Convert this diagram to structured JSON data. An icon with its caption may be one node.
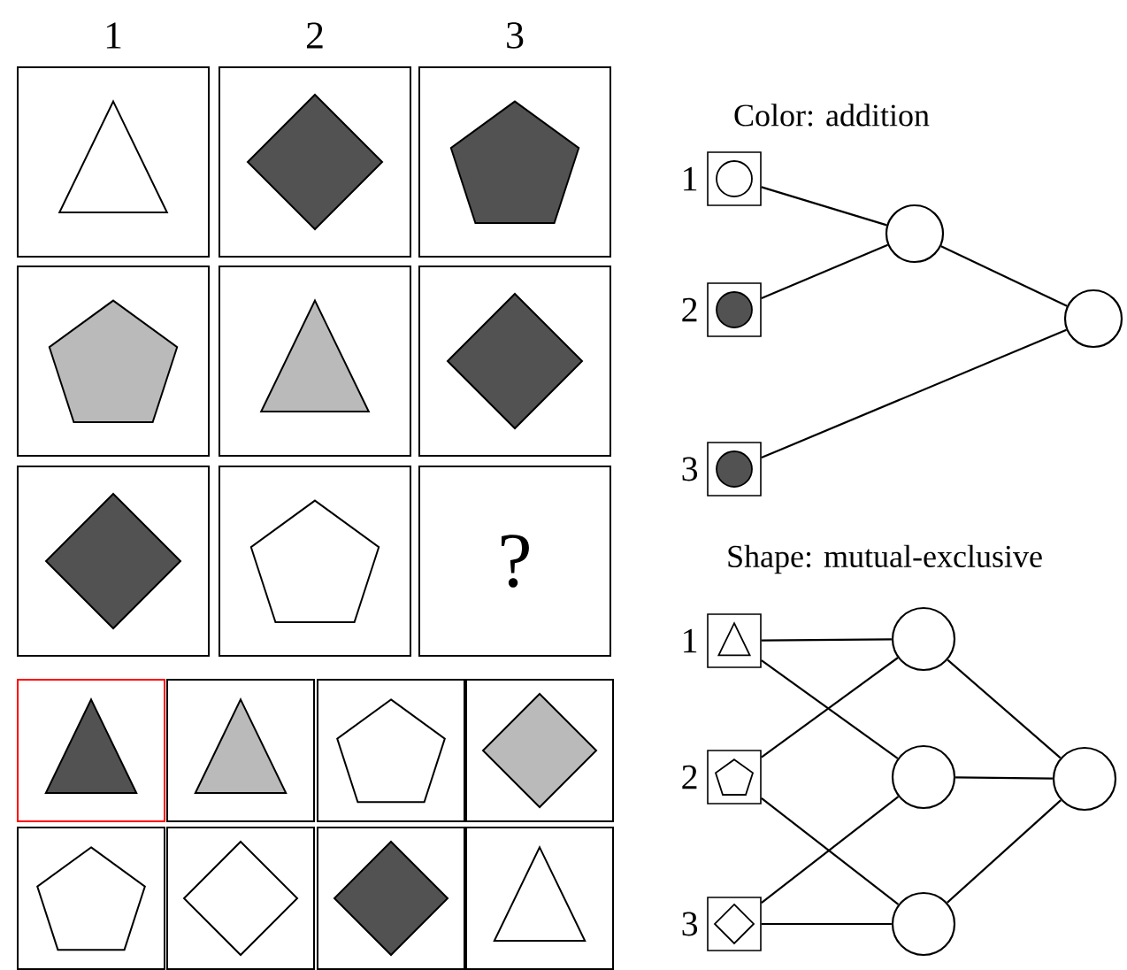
{
  "diagram": {
    "nodes": [
      {
        "text": [],
        "shape": "box"
      },
      {
        "text": [],
        "shape": "box"
      },
      {
        "text": [],
        "shape": "box"
      },
      {
        "text": [],
        "shape": "box"
      },
      {
        "text": [],
        "shape": "box"
      },
      {
        "text": [],
        "shape": "box"
      },
      {
        "text": [],
        "shape": "box"
      },
      {
        "text": [],
        "shape": "box"
      },
      {
        "text": [
          "?"
        ]
      },
      {
        "text": [],
        "shape": "box"
      },
      {
        "text": [],
        "shape": "box"
      },
      {
        "text": [],
        "shape": "box"
      },
      {
        "text": [],
        "shape": "box"
      },
      {
        "text": [],
        "shape": "box"
      },
      {
        "text": [],
        "shape": "box"
      },
      {
        "text": [],
        "shape": "box"
      },
      {
        "text": [],
        "shape": "box"
      },
      {
        "text": [],
        "shape": "box",
        "beside": [
          "1"
        ]
      },
      {
        "text": [],
        "shape": "box",
        "beside": [
          "2"
        ]
      },
      {
        "text": [],
        "shape": "box",
        "beside": [
          "3"
        ]
      },
      {
        "text": [],
        "shape": "circle"
      },
      {
        "text": [],
        "shape": "circle"
      },
      {
        "text": [],
        "shape": "box",
        "beside": [
          "1"
        ]
      },
      {
        "text": [],
        "shape": "box",
        "beside": [
          "2"
        ]
      },
      {
        "text": [],
        "shape": "box",
        "beside": [
          "3"
        ]
      },
      {
        "text": [],
        "shape": "circle"
      },
      {
        "text": [],
        "shape": "circle"
      },
      {
        "text": [],
        "shape": "circle"
      },
      {
        "text": [],
        "shape": "circle"
      }
    ],
    "edges": [
      {
        "from": 17,
        "to": 20,
        "arrow": "none"
      },
      {
        "from": 18,
        "to": 20,
        "arrow": "none"
      },
      {
        "from": 20,
        "to": 21,
        "arrow": "none"
      },
      {
        "from": 19,
        "to": 21,
        "arrow": "none"
      },
      {
        "from": 22,
        "to": 25,
        "arrow": "none"
      },
      {
        "from": 22,
        "to": 26,
        "arrow": "none"
      },
      {
        "from": 23,
        "to": 25,
        "arrow": "none"
      },
      {
        "from": 23,
        "to": 27,
        "arrow": "none"
      },
      {
        "from": 24,
        "to": 26,
        "arrow": "none"
      },
      {
        "from": 24,
        "to": 27,
        "arrow": "none"
      },
      {
        "from": 25,
        "to": 28,
        "arrow": "none"
      },
      {
        "from": 26,
        "to": 28,
        "arrow": "none"
      },
      {
        "from": 27,
        "to": 28,
        "arrow": "none"
      }
    ],
    "labels": [
      "1",
      "2",
      "3",
      "Color: addition",
      "Shape: mutual-exclusive"
    ]
  }
}
